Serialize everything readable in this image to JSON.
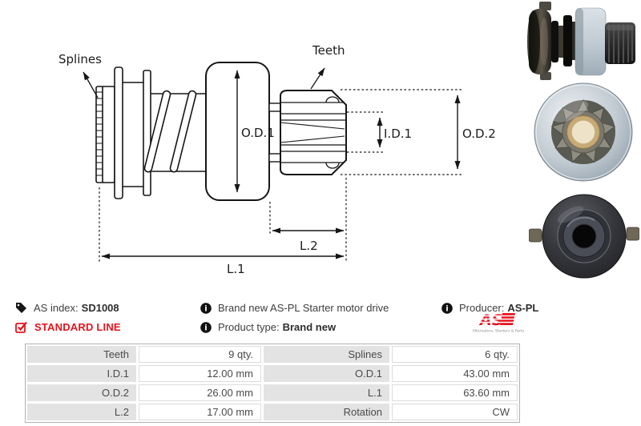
{
  "diagram": {
    "splines_label": "Splines",
    "teeth_label": "Teeth",
    "od1_label": "O.D.1",
    "id1_label": "I.D.1",
    "od2_label": "O.D.2",
    "l1_label": "L.1",
    "l2_label": "L.2"
  },
  "info": {
    "as_index_label": "AS index:",
    "as_index_value": "SD1008",
    "standard_line_label": "STANDARD LINE",
    "description": "Brand new AS-PL Starter motor drive",
    "product_type_label": "Product type:",
    "product_type_value": "Brand new",
    "producer_label": "Producer:",
    "producer_value": "AS-PL",
    "logo_text": "AS",
    "logo_tagline": "Alternators, Starters & Parts"
  },
  "icons": {
    "info_glyph": "i"
  },
  "colors": {
    "accent_red": "#e8131d",
    "table_label_bg": "#e3e3e3",
    "drawing_line": "#1a1a1a",
    "photo_steel": "#b9c3cc",
    "photo_brass": "#c7ab76"
  },
  "table": {
    "rows": [
      {
        "label1": "Teeth",
        "value1": "9 qty.",
        "label2": "Splines",
        "value2": "6 qty."
      },
      {
        "label1": "I.D.1",
        "value1": "12.00 mm",
        "label2": "O.D.1",
        "value2": "43.00 mm"
      },
      {
        "label1": "O.D.2",
        "value1": "26.00 mm",
        "label2": "L.1",
        "value2": "63.60 mm"
      },
      {
        "label1": "L.2",
        "value1": "17.00 mm",
        "label2": "Rotation",
        "value2": "CW"
      }
    ]
  }
}
